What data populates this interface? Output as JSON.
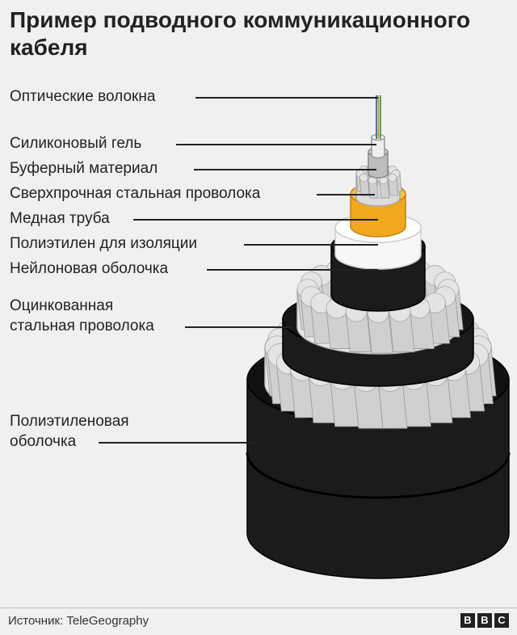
{
  "title": "Пример подводного коммуникационного кабеля",
  "labels": [
    {
      "id": "fibers",
      "text": "Оптические волокна"
    },
    {
      "id": "gel",
      "text": "Силиконовый гель"
    },
    {
      "id": "buffer",
      "text": "Буферный материал"
    },
    {
      "id": "steel_wire",
      "text": "Сверхпрочная стальная проволока"
    },
    {
      "id": "copper",
      "text": "Медная труба"
    },
    {
      "id": "pe_insulation",
      "text": "Полиэтилен для изоляции"
    },
    {
      "id": "nylon",
      "text": "Нейлоновая оболочка"
    },
    {
      "id": "galv_1",
      "text": "Оцинкованная"
    },
    {
      "id": "galv_2",
      "text": "стальная проволока"
    },
    {
      "id": "pe_sheath_1",
      "text": "Полиэтиленовая"
    },
    {
      "id": "pe_sheath_2",
      "text": "оболочка"
    }
  ],
  "source": "Источник: TeleGeography",
  "logo": [
    "B",
    "B",
    "C"
  ],
  "colors": {
    "background": "#f0f0f0",
    "sheath": "#1b1b1b",
    "wire": "#e4e4e4",
    "copper": "#f2a81d",
    "insulation": "#f7f7f7",
    "fiber_blue": "#2a7fd0",
    "fiber_orange": "#e8902a",
    "fiber_green": "#4caf50"
  }
}
